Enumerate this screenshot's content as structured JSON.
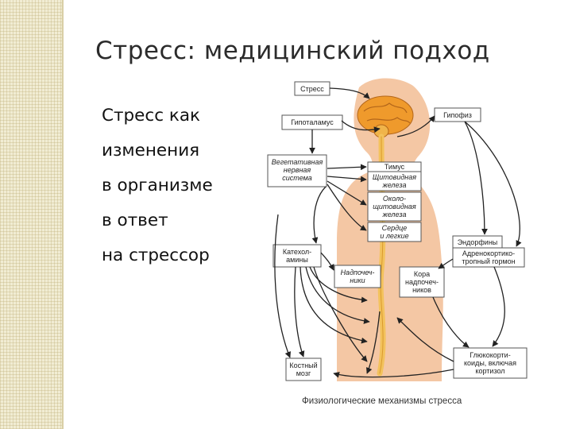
{
  "slide": {
    "title": "Стресс: медицинский подход",
    "bullets": [
      "Стресс  как",
      "изменения",
      "в организме",
      "в ответ",
      "на стрессор"
    ]
  },
  "diagram": {
    "labels": {
      "stress": "Стресс",
      "hypothalamus": "Гипоталамус",
      "pituitary": "Гипофиз",
      "autonomic": "Вегетативная\nнервная\nсистема",
      "thymus": "Тимус",
      "thyroid": "Щитовидная\nжелеза",
      "parathyroid": "Около-\nщитовидная\nжелеза",
      "heart_lungs": "Сердце\nи легкие",
      "endorphins": "Эндорфины",
      "acth": "Адренокортико-\nтропный гормон",
      "catecholamines": "Катехол-\nамины",
      "adrenals": "Надпочеч-\nники",
      "adrenal_cortex": "Кора\nнадпочеч-\nников",
      "bone_marrow": "Костный\nмозг",
      "glucocorticoids": "Глюкокорти-\nкоиды, включая\nкортизол"
    },
    "caption": "Физиологические механизмы стресса",
    "colors": {
      "body": "#f4c7a4",
      "brain": "#ef9a2c",
      "spine": "#f3c25c",
      "box_border": "#555555",
      "arrow": "#222222"
    }
  }
}
